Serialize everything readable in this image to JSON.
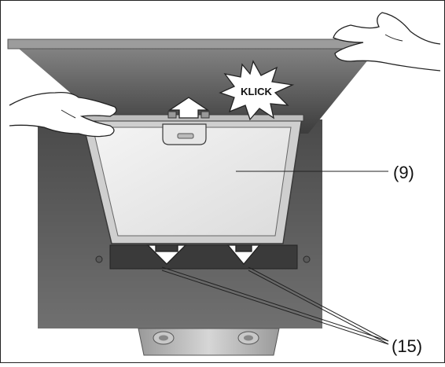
{
  "diagram": {
    "burst_text": "KLICK",
    "callouts": [
      {
        "id": "filter",
        "text": "(9)"
      },
      {
        "id": "tabs",
        "text": "(15)"
      }
    ]
  }
}
